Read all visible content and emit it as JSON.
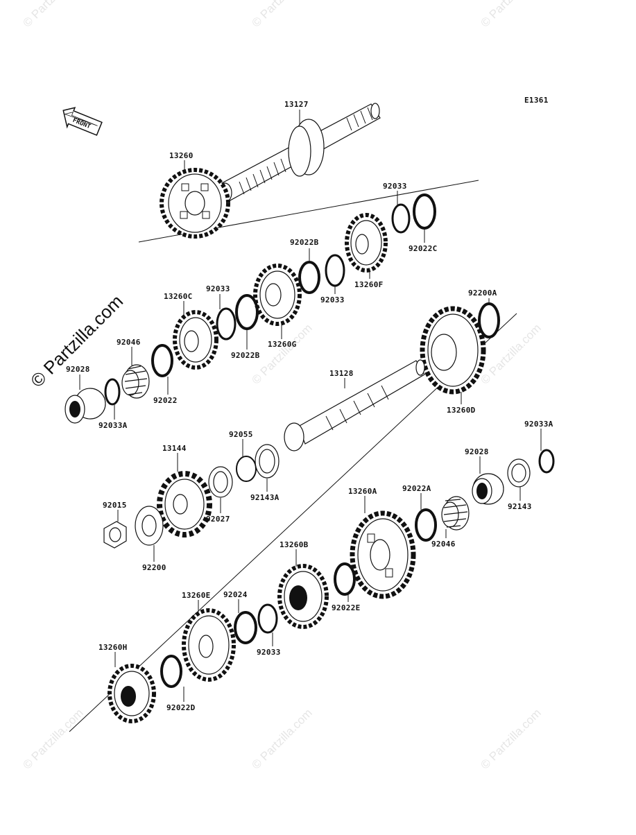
{
  "diagram": {
    "code": "E1361",
    "front_label": "FRONT",
    "watermark_text": "© Partzilla.com",
    "labels": {
      "p13127": "13127",
      "p13260": "13260",
      "p92033_top": "92033",
      "p92022C": "92022C",
      "p92022B_top": "92022B",
      "p13260F": "13260F",
      "p92033_mid": "92033",
      "p92200A": "92200A",
      "p13260C": "13260C",
      "p92033_left": "92033",
      "p92022B_mid": "92022B",
      "p13260G": "13260G",
      "p92046_left": "92046",
      "p92028_left": "92028",
      "p92022_left": "92022",
      "p92033A_left": "92033A",
      "p13128": "13128",
      "p13260D": "13260D",
      "p92055": "92055",
      "p92143A": "92143A",
      "p13144": "13144",
      "p92027": "92027",
      "p92015": "92015",
      "p92200": "92200",
      "p92033A_right": "92033A",
      "p92028_right": "92028",
      "p92143": "92143",
      "p13260A": "13260A",
      "p92022A": "92022A",
      "p92046_right": "92046",
      "p13260B": "13260B",
      "p92022E": "92022E",
      "p13260E": "13260E",
      "p92024": "92024",
      "p92033_low": "92033",
      "p13260H": "13260H",
      "p92022D": "92022D"
    }
  }
}
